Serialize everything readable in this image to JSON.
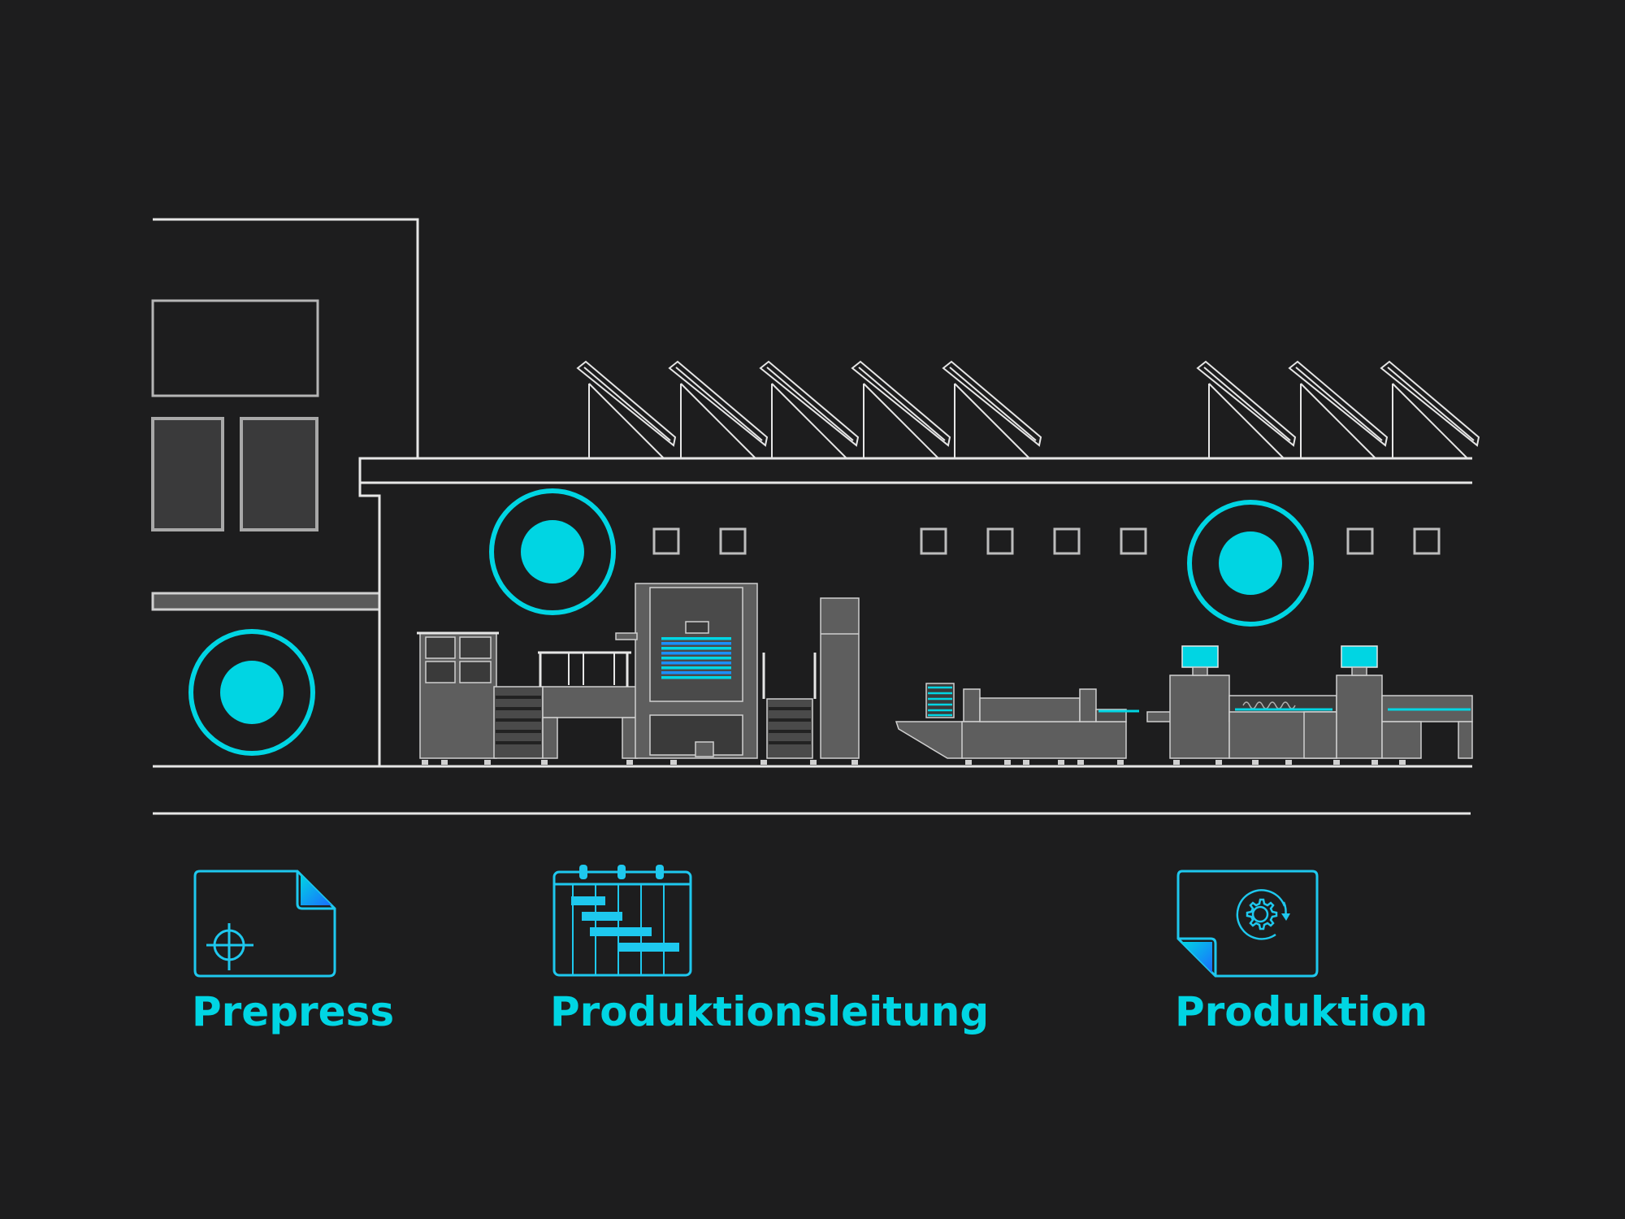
{
  "colors": {
    "background": "#1d1d1e",
    "line": "#e6e6e6",
    "accent": "#00d5e3",
    "machine": "#5e5e5e",
    "machine_dark": "#3a3a3a"
  },
  "stages": [
    {
      "label": "Prepress",
      "icon": "crosshair-document-icon"
    },
    {
      "label": "Produktionsleitung",
      "icon": "gantt-calendar-icon"
    },
    {
      "label": "Produktion",
      "icon": "gear-document-icon"
    }
  ],
  "markers": [
    {
      "name": "prepress-marker",
      "icon": "target-circle-icon"
    },
    {
      "name": "produktionsleitung-marker",
      "icon": "target-circle-icon"
    },
    {
      "name": "produktion-marker",
      "icon": "target-circle-icon"
    }
  ]
}
